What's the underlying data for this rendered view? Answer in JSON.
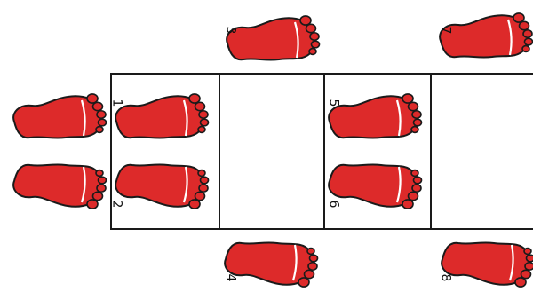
{
  "colors": {
    "foot_fill": "#dd2a2a",
    "foot_outline": "#1a1a1a",
    "box_border": "#1a1a1a"
  },
  "footprints": [
    {
      "id": "outside-left-top",
      "label": ""
    },
    {
      "id": "outside-left-bottom",
      "label": ""
    },
    {
      "id": "step-1",
      "label": "1"
    },
    {
      "id": "step-2",
      "label": "2"
    },
    {
      "id": "step-3",
      "label": "3"
    },
    {
      "id": "step-4",
      "label": "4"
    },
    {
      "id": "step-5",
      "label": "5"
    },
    {
      "id": "step-6",
      "label": "6"
    },
    {
      "id": "step-7",
      "label": "7"
    },
    {
      "id": "step-8",
      "label": "8"
    }
  ]
}
